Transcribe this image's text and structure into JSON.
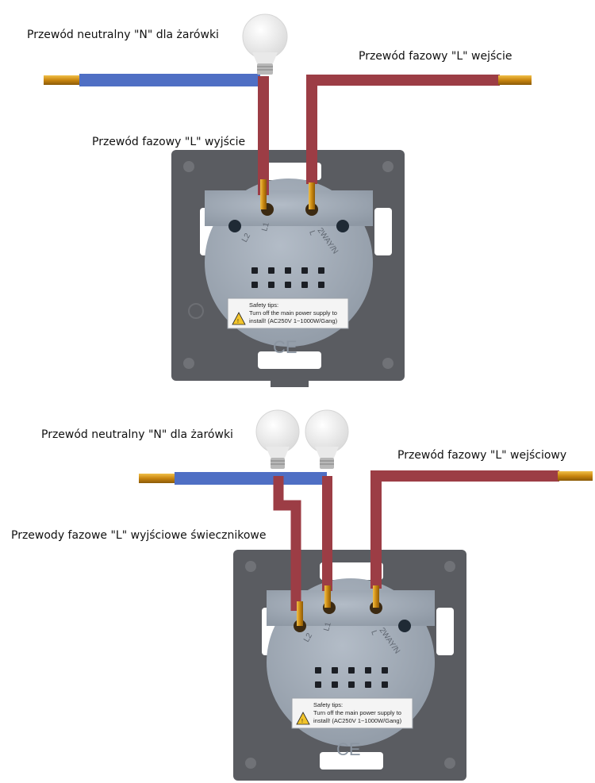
{
  "top": {
    "neutral_label": "Przewód neutralny \"N\" dla żarówki",
    "phase_in_label": "Przewód fazowy \"L\" wejście",
    "phase_out_label": "Przewód fazowy \"L\" wyjście",
    "terminals": [
      "L2",
      "L1",
      "L",
      "2WAY/N"
    ],
    "safety_title": "Safety tips:",
    "safety_line1": "Turn off the main power supply to",
    "safety_line2": "install! (AC250V  1~1000W/Gang)",
    "ce_mark": "CE"
  },
  "bottom": {
    "neutral_label": "Przewód neutralny \"N\" dla żarówki",
    "phase_in_label": "Przewód fazowy \"L\" wejściowy",
    "phase_out_label": "Przewody fazowe \"L\" wyjściowe świecznikowe",
    "terminals": [
      "L2",
      "L1",
      "L",
      "2WAY/N"
    ],
    "safety_title": "Safety tips:",
    "safety_line1": "Turn off the main power supply to",
    "safety_line2": "install! (AC250V  1~1000W/Gang)",
    "ce_mark": "CE"
  },
  "colors": {
    "neutral_wire": "#4f6fc4",
    "phase_wire": "#9c3d45",
    "copper": "#d49a1c",
    "plate": "#5a5c61",
    "module": "#9ea8b4",
    "bulb": "#f2f2f2"
  }
}
